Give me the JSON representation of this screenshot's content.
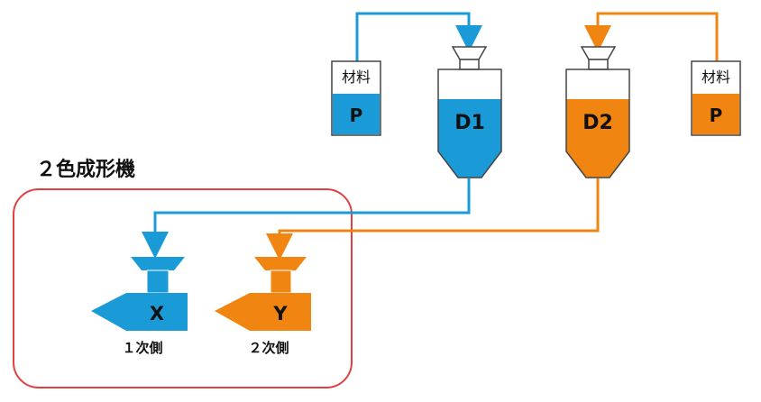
{
  "title": "２色成形機",
  "colors": {
    "blue": "#1a9bd7",
    "orange": "#f08512",
    "outline": "#444444",
    "frame": "#e04040"
  },
  "material_boxes": [
    {
      "header": "材料",
      "label": "P",
      "color": "blue"
    },
    {
      "header": "材料",
      "label": "P",
      "color": "orange"
    }
  ],
  "dryers": [
    {
      "label": "D1",
      "color": "blue"
    },
    {
      "label": "D2",
      "color": "orange"
    }
  ],
  "cylinders": [
    {
      "label": "X",
      "caption": "１次側",
      "color": "blue"
    },
    {
      "label": "Y",
      "caption": "２次側",
      "color": "orange"
    }
  ]
}
